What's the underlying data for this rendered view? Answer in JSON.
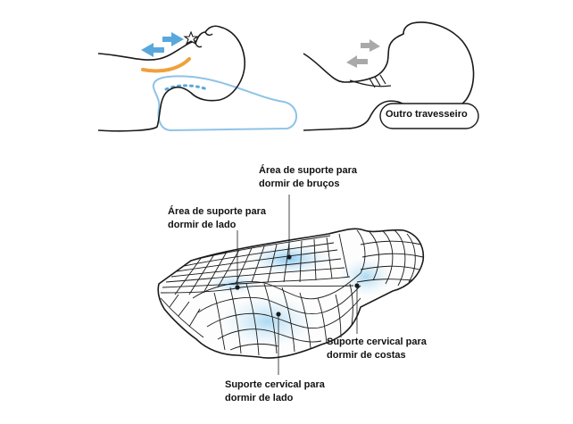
{
  "top_left_panel": {
    "arrow_color": "#5aa7dc",
    "curve_color": "#f0a13b",
    "pillow_outline_color": "#8fc3e6"
  },
  "top_right_panel": {
    "pillow_label": "Outro travesseiro",
    "arrow_color": "#a9a9a9"
  },
  "pillow_diagram": {
    "grid_color": "#1a1a1a",
    "highlight_color": "#9ed3f1",
    "labels": {
      "prone_zone": [
        "Área de suporte para",
        "dormir de bruços"
      ],
      "side_zone": [
        "Área de suporte para",
        "dormir de lado"
      ],
      "back_cervical": [
        "Suporte cervical para",
        "dormir de costas"
      ],
      "side_cervical": [
        "Suporte cervical para",
        "dormir de lado"
      ]
    }
  }
}
